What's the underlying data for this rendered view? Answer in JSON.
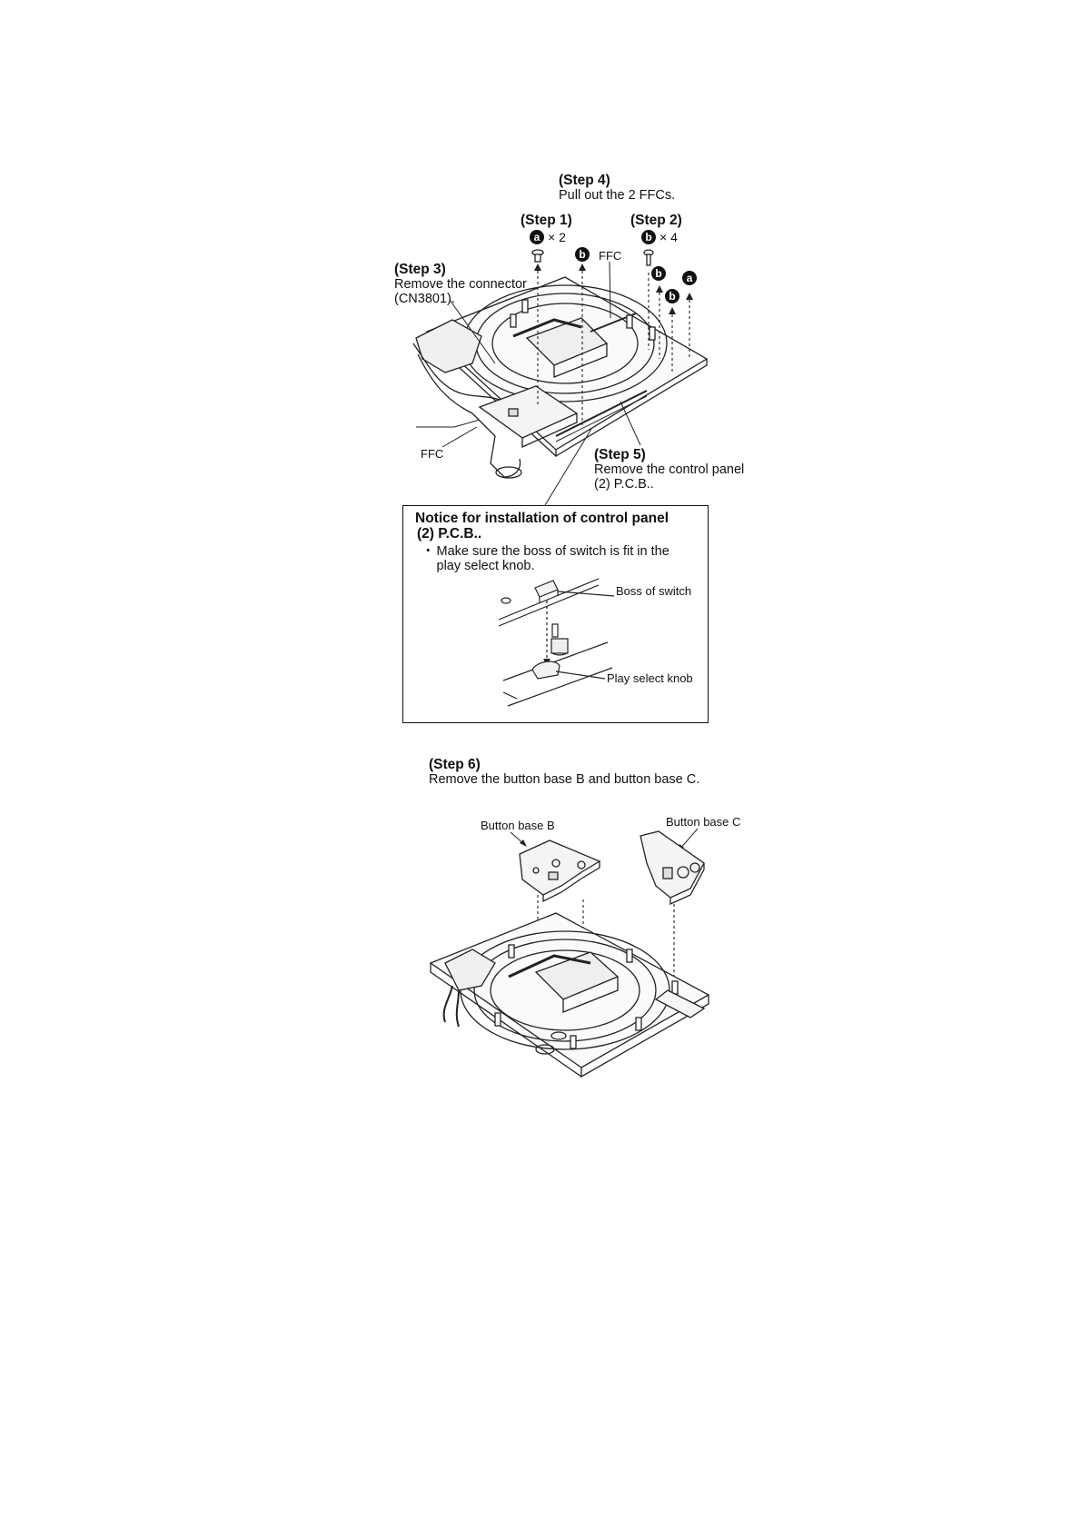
{
  "step4": {
    "title": "(Step 4)",
    "text": "Pull out the 2 FFCs."
  },
  "step1": {
    "title": "(Step 1)",
    "screw_badge": "a",
    "quantity": "× 2"
  },
  "step2": {
    "title": "(Step 2)",
    "screw_badge": "b",
    "quantity": "× 4"
  },
  "step3": {
    "title": "(Step 3)",
    "lines": [
      "Remove the connector",
      "(CN3801)."
    ]
  },
  "step5": {
    "title": "(Step 5)",
    "lines": [
      "Remove the control panel",
      "(2) P.C.B.."
    ]
  },
  "callouts": {
    "ffc_top": "FFC",
    "ffc_bottom": "FFC",
    "badge_b_center": "b",
    "badge_b_right1": "b",
    "badge_b_right2": "b",
    "badge_a_right": "a"
  },
  "notice": {
    "title_lines": [
      "Notice for installation of control panel",
      "(2) P.C.B.."
    ],
    "bullet": "・",
    "bullet_lines": [
      "Make sure the boss of switch is fit in the",
      "play select knob."
    ],
    "boss_label": "Boss of switch",
    "knob_label": "Play select knob"
  },
  "step6": {
    "title": "(Step 6)",
    "text": "Remove the button base B and button base C.",
    "label_b": "Button base B",
    "label_c": "Button base C"
  }
}
